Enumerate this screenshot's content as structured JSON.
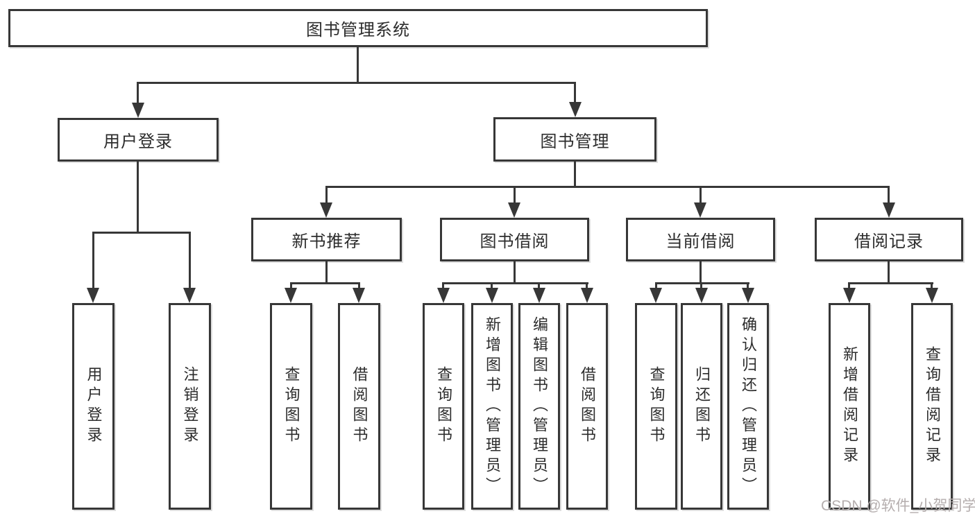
{
  "nodes": {
    "root": "图书管理系统",
    "userLogin": "用户登录",
    "bookMgmt": "图书管理",
    "newBookRec": "新书推荐",
    "bookBorrow": "图书借阅",
    "currentBorrow": "当前借阅",
    "borrowRecord": "借阅记录",
    "l4UserLogin": "用户登录",
    "l4Logout": "注销登录",
    "l4QueryBook1": "查询图书",
    "l4BorrowBook1": "借阅图书",
    "l4QueryBook2": "查询图书",
    "l4AddBook": "新增图书（管理员）",
    "l4EditBook": "编辑图书（管理员）",
    "l4BorrowBook2": "借阅图书",
    "l4QueryBook3": "查询图书",
    "l4ReturnBook": "归还图书",
    "l4ConfirmReturn": "确认归还（管理员）",
    "l4AddBorrowRecord": "新增借阅记录",
    "l4QueryBorrowRecord": "查询借阅记录"
  },
  "tree": {
    "图书管理系统": {
      "用户登录": [
        "用户登录",
        "注销登录"
      ],
      "图书管理": {
        "新书推荐": [
          "查询图书",
          "借阅图书"
        ],
        "图书借阅": [
          "查询图书",
          "新增图书（管理员）",
          "编辑图书（管理员）",
          "借阅图书"
        ],
        "当前借阅": [
          "查询图书",
          "归还图书",
          "确认归还（管理员）"
        ],
        "借阅记录": [
          "新增借阅记录",
          "查询借阅记录"
        ]
      }
    }
  },
  "watermark": "CSDN @软件_小贺同学",
  "colors": {
    "line": "#373737",
    "text": "#2c2c2c",
    "background": "#ffffff",
    "watermark": "#b5aeae"
  }
}
